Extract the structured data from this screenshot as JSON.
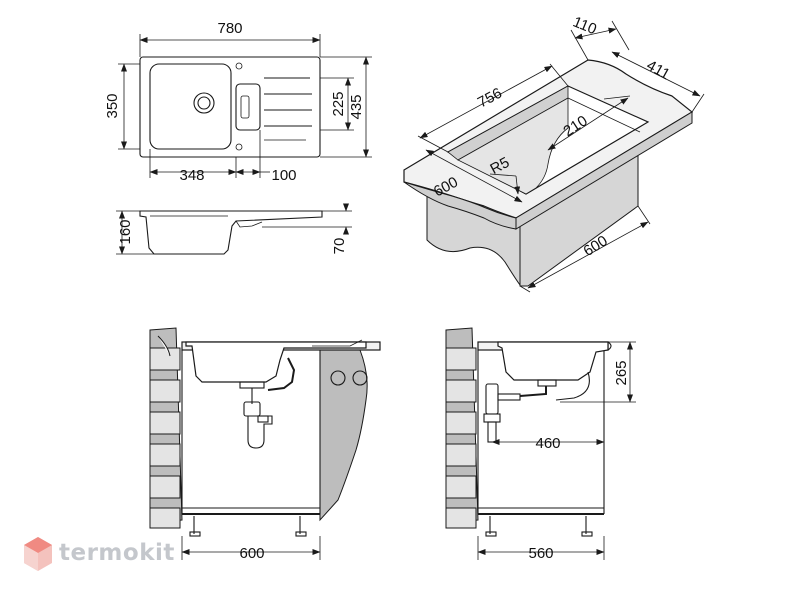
{
  "brand": {
    "name": "termokit",
    "colors": {
      "logo_red": "#e8473c",
      "logo_grey": "#c4c7cc",
      "line": "#1a1a1a"
    }
  },
  "dimensions": {
    "top_width": "780",
    "top_height": "350",
    "top_drainer_height": "225",
    "top_depth": "435",
    "top_bowl_width": "348",
    "top_drain_offset": "100",
    "side_height": "160",
    "side_drainer_depth": "70",
    "cut_110": "110",
    "cut_756": "756",
    "cut_411": "411",
    "cut_210": "210",
    "cut_r5": "R5",
    "cut_600_top": "600",
    "cut_600_side": "600",
    "front_cabinet_width": "600",
    "side_height_265": "265",
    "side_depth_460": "460",
    "side_cabinet_depth": "560"
  }
}
